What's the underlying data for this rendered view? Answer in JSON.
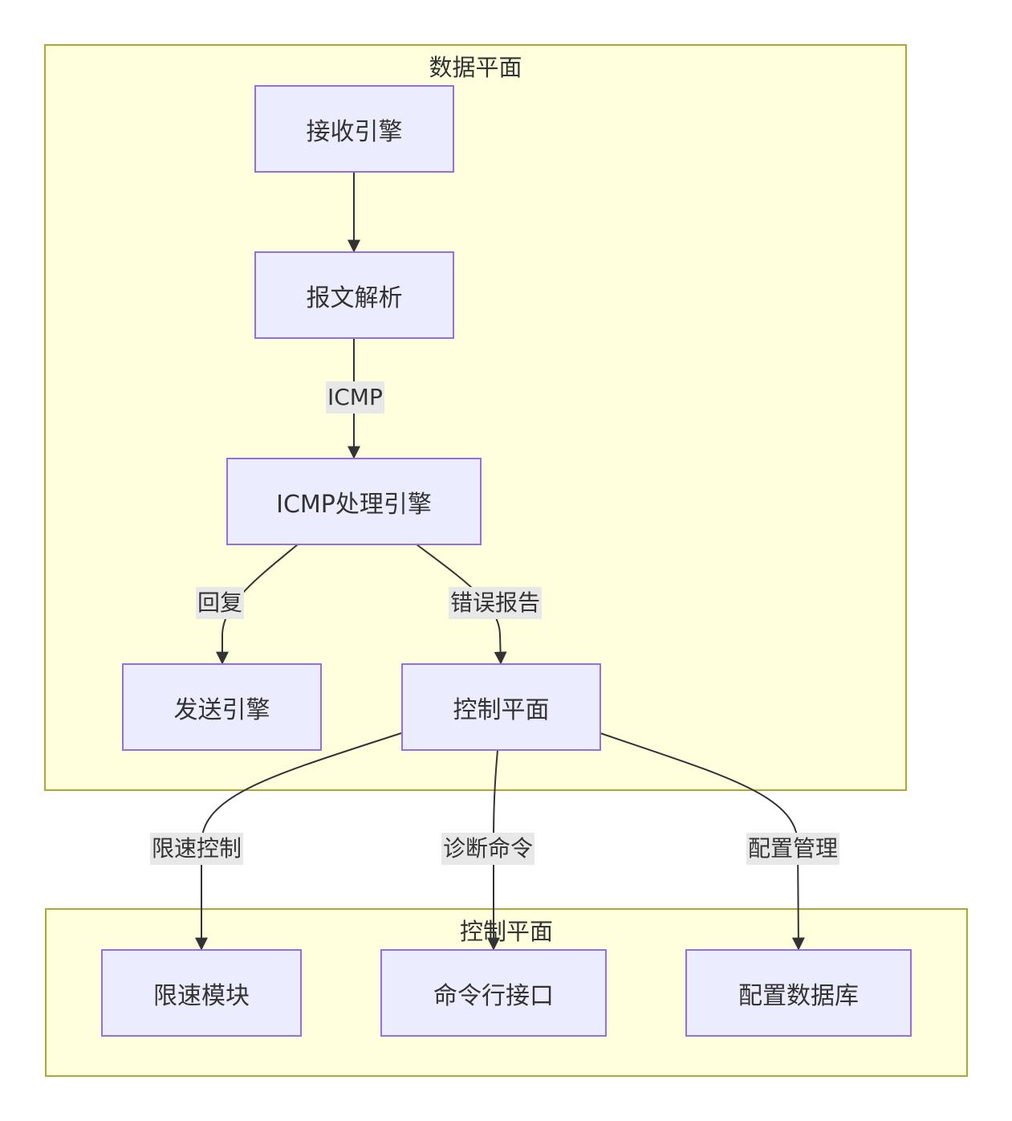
{
  "clusters": {
    "data_plane": {
      "title": "数据平面"
    },
    "control_plane": {
      "title": "控制平面"
    }
  },
  "nodes": {
    "recv": "接收引擎",
    "parse": "报文解析",
    "icmp": "ICMP处理引擎",
    "send": "发送引擎",
    "ctrl": "控制平面",
    "rate": "限速模块",
    "cli": "命令行接口",
    "cfgdb": "配置数据库"
  },
  "edges": {
    "parse_icmp": "ICMP",
    "icmp_send": "回复",
    "icmp_ctrl": "错误报告",
    "ctrl_rate": "限速控制",
    "ctrl_cli": "诊断命令",
    "ctrl_cfgdb": "配置管理"
  },
  "colors": {
    "cluster_fill": "#ffffde",
    "cluster_stroke": "#aaaa33",
    "node_fill": "#ececff",
    "node_stroke": "#9370db",
    "edge": "#333333",
    "edge_label_bg": "#e8e8e8"
  }
}
